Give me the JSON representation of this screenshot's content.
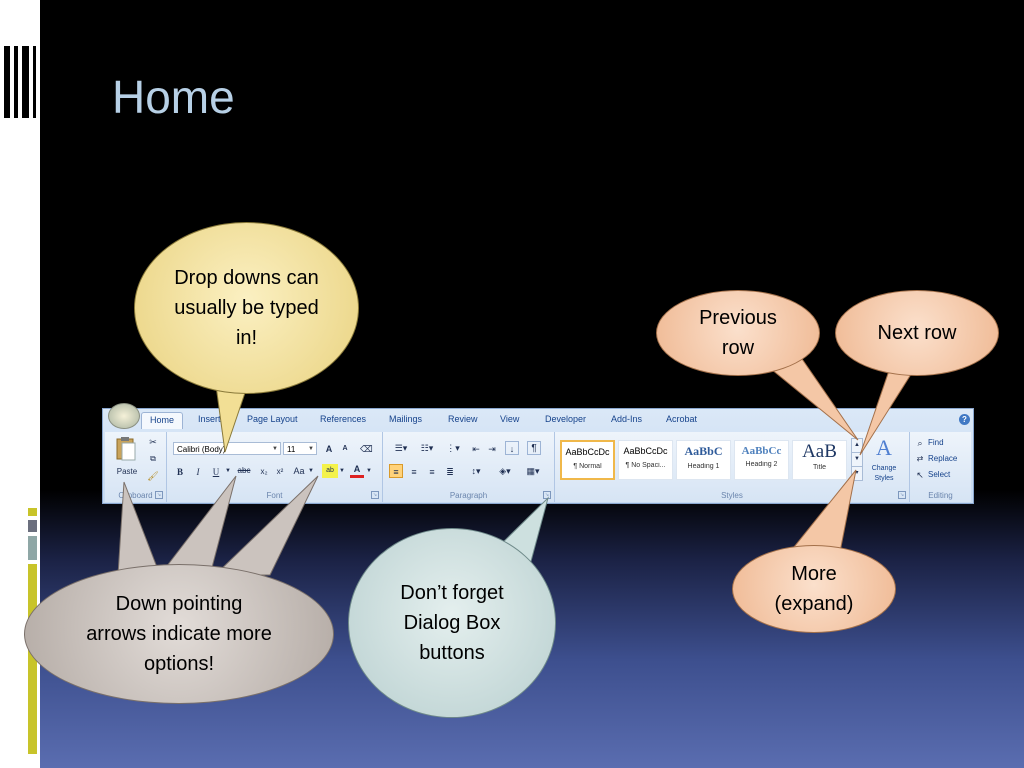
{
  "slide": {
    "title": "Home"
  },
  "ribbon": {
    "tabs": [
      "Home",
      "Insert",
      "Page Layout",
      "References",
      "Mailings",
      "Review",
      "View",
      "Developer",
      "Add-Ins",
      "Acrobat"
    ],
    "clipboard": {
      "paste_label": "Paste",
      "group_label": "Clipboard"
    },
    "font": {
      "font_name": "Calibri (Body)",
      "font_size": "11",
      "grow_label": "A",
      "shrink_label": "A",
      "bold": "B",
      "italic": "I",
      "underline": "U",
      "strike": "abc",
      "subscript": "x₂",
      "superscript": "x²",
      "case": "Aa",
      "group_label": "Font"
    },
    "paragraph": {
      "group_label": "Paragraph"
    },
    "styles": {
      "items": [
        {
          "sample": "AaBbCcDc",
          "name": "¶ Normal"
        },
        {
          "sample": "AaBbCcDc",
          "name": "¶ No Spaci..."
        },
        {
          "sample": "AaBbC",
          "name": "Heading 1"
        },
        {
          "sample": "AaBbCc",
          "name": "Heading 2"
        },
        {
          "sample": "AaB",
          "name": "Title"
        }
      ],
      "change_styles": "Change Styles",
      "group_label": "Styles"
    },
    "editing": {
      "find": "Find",
      "replace": "Replace",
      "select": "Select",
      "group_label": "Editing"
    }
  },
  "callouts": {
    "dropdowns": "Drop downs can usually be typed in!",
    "previous_row": "Previous row",
    "next_row": "Next row",
    "down_arrows": "Down pointing arrows indicate more options!",
    "dialog": "Don’t forget Dialog Box buttons",
    "more": "More (expand)"
  },
  "colors": {
    "title": "#b7d0e6",
    "callout_yellow": "#f6e7a6",
    "callout_peach": "#f7d0b4",
    "callout_gray": "#cfc7c2",
    "callout_teal": "#cfe0e0"
  }
}
